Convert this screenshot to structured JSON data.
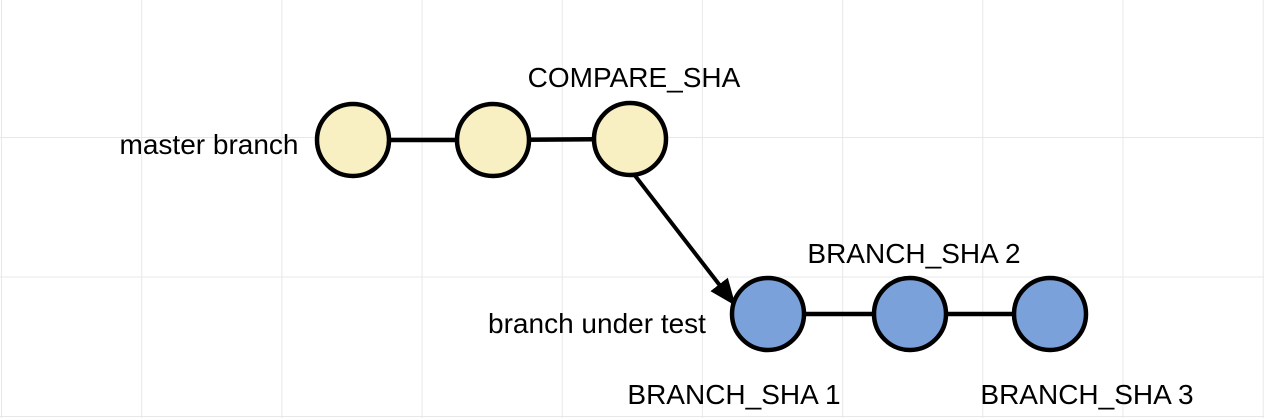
{
  "diagram": {
    "kind": "git-branch-commit-graph",
    "colors": {
      "background": "#ffffff",
      "grid_line": "#e8e8e8",
      "master_node_fill": "#F8EFC2",
      "branch_node_fill": "#7BA1DB",
      "node_stroke": "#000000",
      "connector": "#000000",
      "arrow": "#000000",
      "text": "#000000"
    },
    "master_lane": {
      "label": "master branch",
      "commit_count": 3,
      "head_annotation": "COMPARE_SHA"
    },
    "test_lane": {
      "label": "branch under test",
      "commit_count": 3,
      "commit_annotations": [
        "BRANCH_SHA 1",
        "BRANCH_SHA 2",
        "BRANCH_SHA 3"
      ]
    },
    "fork_edge": {
      "from": "COMPARE_SHA",
      "to": "BRANCH_SHA 1",
      "style": "arrow"
    }
  }
}
